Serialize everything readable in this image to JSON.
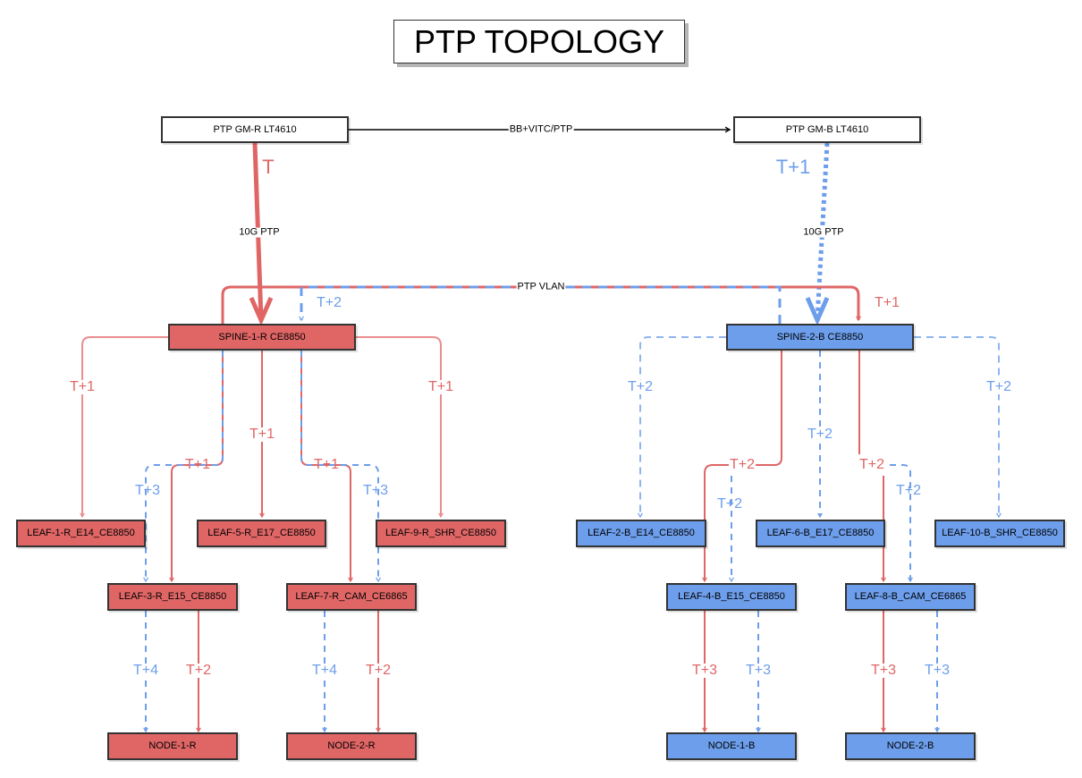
{
  "title": "PTP TOPOLOGY",
  "colors": {
    "red": "#e06666",
    "blue": "#6d9eeb",
    "red_light": "#ea8e8e",
    "blue_light": "#8fb5f0",
    "border": "#333333",
    "black": "#000000"
  },
  "nodes": {
    "gm_r": "PTP GM-R LT4610",
    "gm_b": "PTP GM-B LT4610",
    "spine_1": "SPINE-1-R CE8850",
    "spine_2": "SPINE-2-B CE8850",
    "leaf_1": "LEAF-1-R_E14_CE8850",
    "leaf_5": "LEAF-5-R_E17_CE8850",
    "leaf_9": "LEAF-9-R_SHR_CE8850",
    "leaf_3": "LEAF-3-R_E15_CE8850",
    "leaf_7": "LEAF-7-R_CAM_CE6865",
    "leaf_2": "LEAF-2-B_E14_CE8850",
    "leaf_6": "LEAF-6-B_E17_CE8850",
    "leaf_10": "LEAF-10-B_SHR_CE8850",
    "leaf_4": "LEAF-4-B_E15_CE8850",
    "leaf_8": "LEAF-8-B_CAM_CE6865",
    "node_1_r": "NODE-1-R",
    "node_2_r": "NODE-2-R",
    "node_1_b": "NODE-1-B",
    "node_2_b": "NODE-2-B"
  },
  "link_labels": {
    "gm_link": "BB+VITC/PTP",
    "gm_r_10g": "10G PTP",
    "gm_b_10g": "10G PTP",
    "vlan": "PTP VLAN",
    "gm_r_time": "T",
    "gm_b_time": "T+1",
    "spine1_vlan_blue": "T+2",
    "spine2_vlan_red": "T+1",
    "spine1_leaf1": "T+1",
    "spine1_leaf5": "T+1",
    "spine1_leaf9": "T+1",
    "spine1_leaf3": "T+1",
    "spine1_leaf7": "T+1",
    "spine1_leaf3_blue": "T+3",
    "spine1_leaf7_blue": "T+3",
    "spine2_leaf2": "T+2",
    "spine2_leaf6": "T+2",
    "spine2_leaf10": "T+2",
    "spine2_leaf4_red": "T+2",
    "spine2_leaf8_red": "T+2",
    "spine2_leaf4_blue": "T+2",
    "spine2_leaf8_blue": "T+2",
    "leaf3_node1r_blue": "T+4",
    "leaf3_node1r_red": "T+2",
    "leaf7_node2r_blue": "T+4",
    "leaf7_node2r_red": "T+2",
    "leaf4_node1b_red": "T+3",
    "leaf4_node1b_blue": "T+3",
    "leaf8_node2b_red": "T+3",
    "leaf8_node2b_blue": "T+3"
  }
}
